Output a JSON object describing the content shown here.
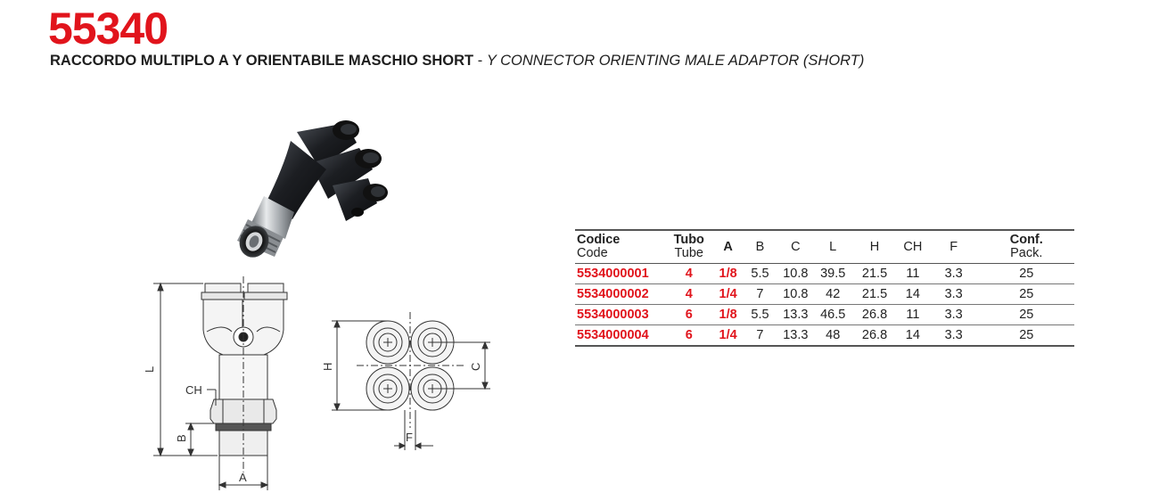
{
  "header": {
    "code": "55340",
    "title_it": "RACCORDO MULTIPLO A Y ORIENTABILE MASCHIO SHORT",
    "separator": " - ",
    "title_en": "Y CONNECTOR ORIENTING MALE ADAPTOR (SHORT)"
  },
  "drawing": {
    "label_l": "L",
    "label_ch": "CH",
    "label_b": "B",
    "label_a": "A",
    "label_h": "H",
    "label_c": "C",
    "label_f": "F"
  },
  "table": {
    "headers": [
      {
        "top": "Codice",
        "bottom": "Code"
      },
      {
        "top": "Tubo",
        "bottom": "Tube"
      },
      {
        "top": "A",
        "bottom": ""
      },
      {
        "top": "B",
        "bottom": ""
      },
      {
        "top": "C",
        "bottom": ""
      },
      {
        "top": "L",
        "bottom": ""
      },
      {
        "top": "H",
        "bottom": ""
      },
      {
        "top": "CH",
        "bottom": ""
      },
      {
        "top": "F",
        "bottom": ""
      },
      {
        "top": "Conf.",
        "bottom": "Pack."
      }
    ],
    "rows": [
      [
        "5534000001",
        "4",
        "1/8",
        "5.5",
        "10.8",
        "39.5",
        "21.5",
        "11",
        "3.3",
        "25"
      ],
      [
        "5534000002",
        "4",
        "1/4",
        "7",
        "10.8",
        "42",
        "21.5",
        "14",
        "3.3",
        "25"
      ],
      [
        "5534000003",
        "6",
        "1/8",
        "5.5",
        "13.3",
        "46.5",
        "26.8",
        "11",
        "3.3",
        "25"
      ],
      [
        "5534000004",
        "6",
        "1/4",
        "7",
        "13.3",
        "48",
        "26.8",
        "14",
        "3.3",
        "25"
      ]
    ]
  }
}
